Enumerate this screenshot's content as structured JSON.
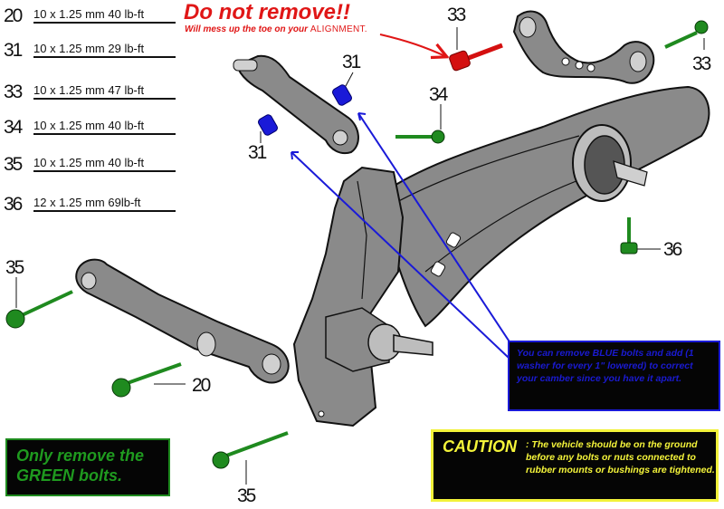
{
  "diagram": {
    "title": "Rear suspension bolt removal guide",
    "torque_specs": [
      {
        "id": "20",
        "spec": "10 x 1.25 mm 40 lb-ft"
      },
      {
        "id": "31",
        "spec": "10 x 1.25 mm 29 lb-ft"
      },
      {
        "id": "33",
        "spec": "10 x 1.25 mm 47 lb-ft"
      },
      {
        "id": "34",
        "spec": "10 x 1.25 mm 40 lb-ft"
      },
      {
        "id": "35",
        "spec": "10 x 1.25 mm 40 lb-ft"
      },
      {
        "id": "36",
        "spec": "12 x 1.25 mm 69lb-ft"
      }
    ],
    "warning": {
      "title": "Do not remove!!",
      "subtitle_prefix": "Will mess up the toe on your ",
      "subtitle_caps": "ALIGNMENT."
    },
    "callouts": {
      "bolt_33_red": "33",
      "bolt_33_green": "33",
      "bolt_31_upper": "31",
      "bolt_31_lower": "31",
      "bolt_34": "34",
      "bolt_36": "36",
      "bolt_35_left": "35",
      "bolt_20": "20",
      "bolt_35_bottom": "35"
    },
    "blue_note": "You can remove BLUE bolts and add (1 washer for every 1\" lowered) to correct your camber since you have it apart.",
    "green_note": {
      "line1": "Only remove the",
      "line2": "GREEN bolts."
    },
    "caution": {
      "label": "CAUTION",
      "text": ": The vehicle should be on the ground before any bolts or nuts connected to rubber mounts or bushings are tightened."
    },
    "colors": {
      "do_not_remove": "#e01616",
      "removable_camber": "#1a1ad8",
      "remove": "#1f9a1f",
      "caution": "#f4f43a",
      "part_gray": "#8a8a8a"
    }
  }
}
